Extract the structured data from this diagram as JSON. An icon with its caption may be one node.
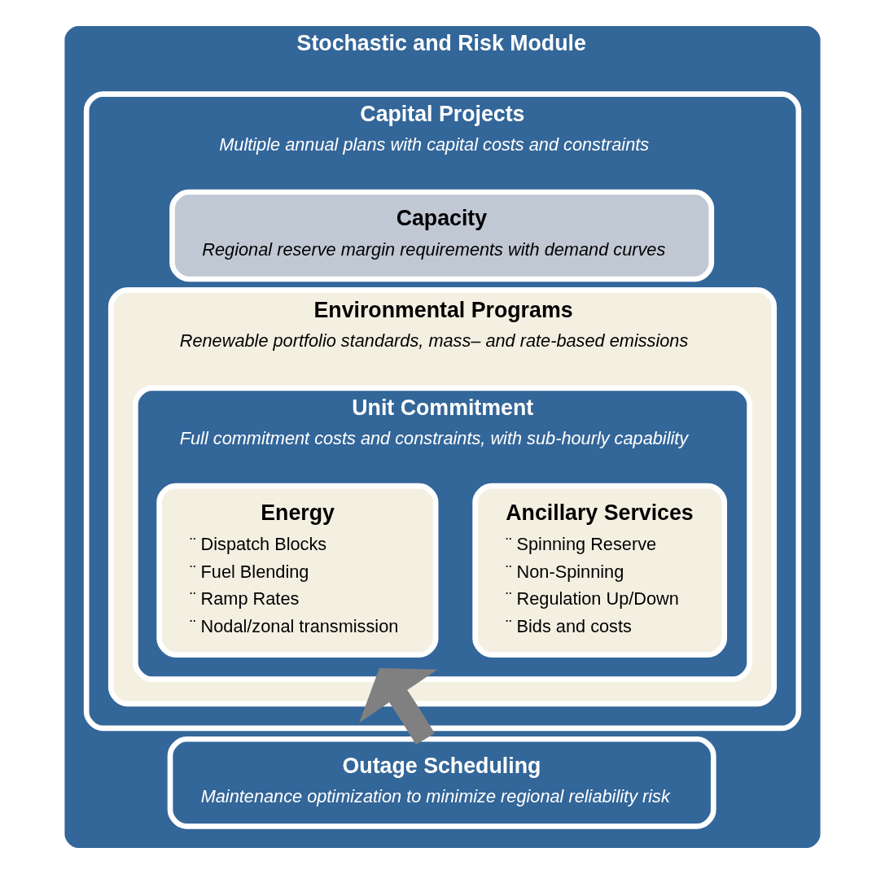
{
  "diagram": {
    "nodes": [
      {
        "text": [
          "Stochastic and Risk Module"
        ]
      },
      {
        "text": [
          "Capital Projects",
          "Multiple annual plans with capital costs and constraints"
        ],
        "in": 0
      },
      {
        "text": [
          "Capacity",
          "Regional reserve margin requirements with demand curves"
        ],
        "in": 1
      },
      {
        "text": [
          "Environmental Programs",
          "Renewable portfolio standards, mass– and rate-based emissions"
        ],
        "in": 1
      },
      {
        "text": [
          "Unit Commitment",
          "Full commitment costs and constraints, with sub-hourly capability"
        ],
        "in": 3
      },
      {
        "text": [
          "Energy",
          "¨ Dispatch Blocks",
          "¨ Fuel Blending",
          "¨ Ramp Rates",
          "¨ Nodal/zonal transmission"
        ],
        "in": 4
      },
      {
        "text": [
          "Ancillary Services",
          "¨ Spinning Reserve",
          "¨ Non-Spinning",
          "¨ Regulation Up/Down",
          "¨ Bids and costs"
        ],
        "in": 4
      },
      {
        "text": [
          "Outage Scheduling",
          "Maintenance optimization to minimize regional reliability risk"
        ],
        "in": 0
      }
    ],
    "edges": [
      {
        "from": 7,
        "to": 4,
        "arrow": "to",
        "color": "#808080"
      }
    ]
  }
}
